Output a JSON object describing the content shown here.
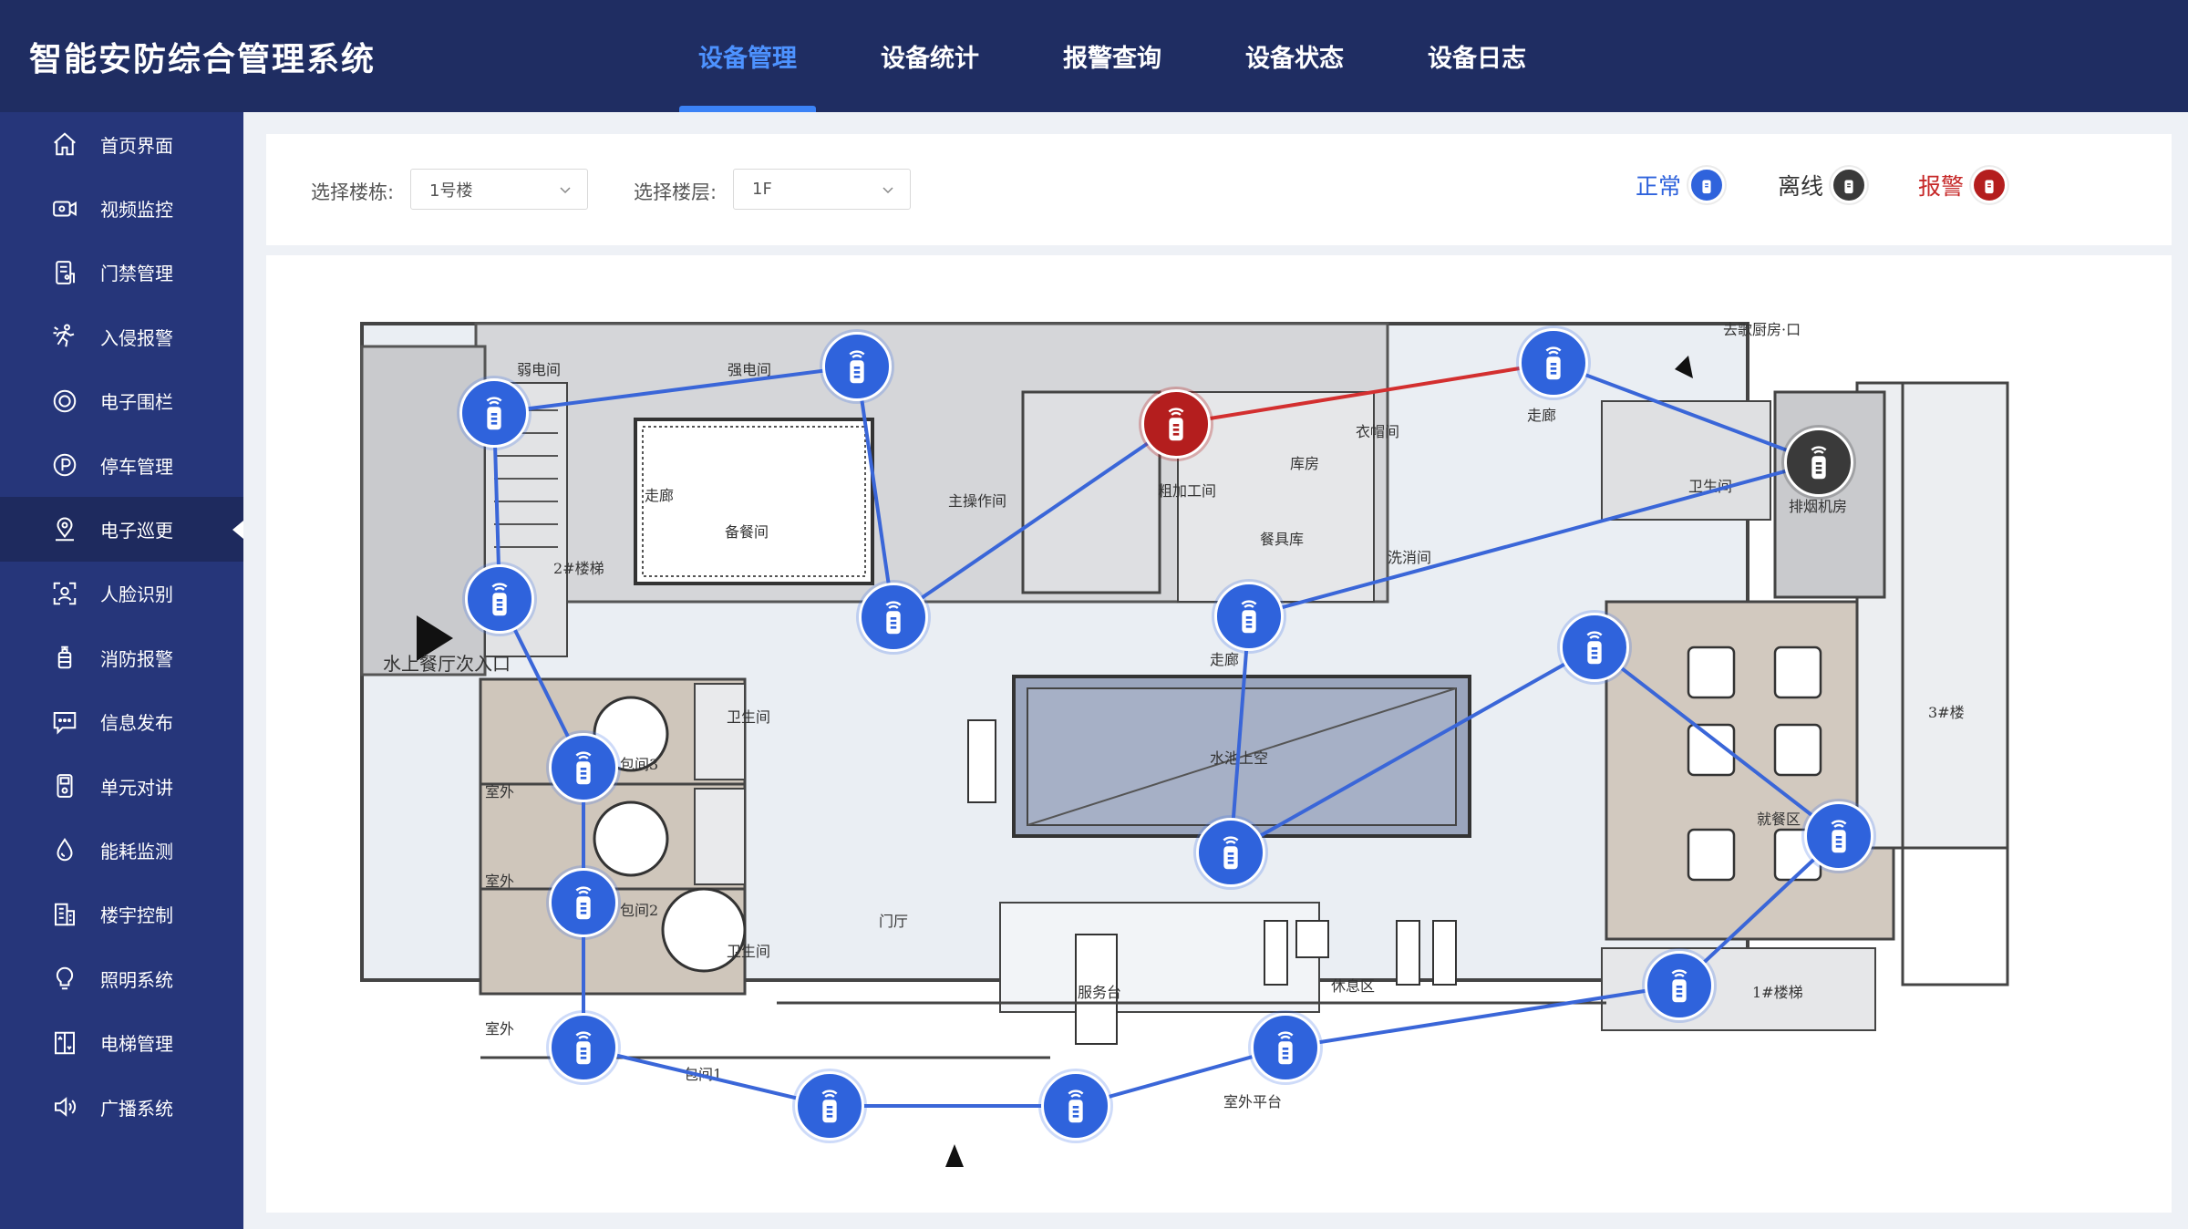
{
  "app": {
    "title": "智能安防综合管理系统"
  },
  "nav": {
    "tabs": [
      {
        "label": "设备管理",
        "active": true
      },
      {
        "label": "设备统计",
        "active": false
      },
      {
        "label": "报警查询",
        "active": false
      },
      {
        "label": "设备状态",
        "active": false
      },
      {
        "label": "设备日志",
        "active": false
      }
    ]
  },
  "sidebar": {
    "items": [
      {
        "label": "首页界面",
        "icon": "home-icon"
      },
      {
        "label": "视频监控",
        "icon": "video-camera-icon"
      },
      {
        "label": "门禁管理",
        "icon": "door-access-icon"
      },
      {
        "label": "入侵报警",
        "icon": "intruder-icon"
      },
      {
        "label": "电子围栏",
        "icon": "fence-target-icon"
      },
      {
        "label": "停车管理",
        "icon": "parking-icon"
      },
      {
        "label": "电子巡更",
        "icon": "location-pin-icon",
        "active": true
      },
      {
        "label": "人脸识别",
        "icon": "face-scan-icon"
      },
      {
        "label": "消防报警",
        "icon": "fire-extinguisher-icon"
      },
      {
        "label": "信息发布",
        "icon": "message-icon"
      },
      {
        "label": "单元对讲",
        "icon": "intercom-icon"
      },
      {
        "label": "能耗监测",
        "icon": "energy-drop-icon"
      },
      {
        "label": "楼宇控制",
        "icon": "building-icon"
      },
      {
        "label": "照明系统",
        "icon": "lightbulb-icon"
      },
      {
        "label": "电梯管理",
        "icon": "elevator-icon"
      },
      {
        "label": "广播系统",
        "icon": "speaker-icon"
      }
    ]
  },
  "filters": {
    "building_label": "选择楼栋:",
    "building_value": "1号楼",
    "floor_label": "选择楼层:",
    "floor_value": "1F"
  },
  "legend": {
    "normal": {
      "label": "正常",
      "color": "#2f63dc"
    },
    "offline": {
      "label": "离线",
      "color": "#3a3a3a"
    },
    "alarm": {
      "label": "报警",
      "color": "#b41e1e"
    }
  },
  "floorplan": {
    "rooms": [
      "弱电间",
      "强电间",
      "主操作间",
      "粗加工间",
      "库房",
      "走廊",
      "卫生间",
      "排烟机房",
      "2#楼梯",
      "水上餐厅次入口",
      "备餐间",
      "走廊",
      "餐具库",
      "洗消间",
      "包间3",
      "卫生间",
      "室外",
      "水池上空",
      "就餐区",
      "3#楼",
      "包间2",
      "室外",
      "卫生间",
      "门厅",
      "包间1",
      "室外",
      "服务台",
      "休息区",
      "1#楼梯",
      "室外平台",
      "走廊",
      "衣帽间"
    ],
    "corner_text": "去歌厨房·口"
  },
  "devices": [
    {
      "id": "d1",
      "status": "normal"
    },
    {
      "id": "d2",
      "status": "normal"
    },
    {
      "id": "d3",
      "status": "alarm"
    },
    {
      "id": "d4",
      "status": "normal"
    },
    {
      "id": "d5",
      "status": "offline"
    },
    {
      "id": "d6",
      "status": "normal"
    },
    {
      "id": "d7",
      "status": "normal"
    },
    {
      "id": "d8",
      "status": "normal"
    },
    {
      "id": "d9",
      "status": "normal"
    },
    {
      "id": "d10",
      "status": "normal"
    },
    {
      "id": "d11",
      "status": "normal"
    },
    {
      "id": "d12",
      "status": "normal"
    },
    {
      "id": "d13",
      "status": "normal"
    },
    {
      "id": "d14",
      "status": "normal"
    },
    {
      "id": "d15",
      "status": "normal"
    },
    {
      "id": "d16",
      "status": "normal"
    },
    {
      "id": "d17",
      "status": "normal"
    },
    {
      "id": "d18",
      "status": "normal"
    }
  ],
  "links": [
    {
      "from": "d1",
      "to": "d2",
      "status": "normal"
    },
    {
      "from": "d2",
      "to": "d7",
      "status": "normal"
    },
    {
      "from": "d7",
      "to": "d3",
      "status": "normal"
    },
    {
      "from": "d3",
      "to": "d4",
      "status": "alarm"
    },
    {
      "from": "d4",
      "to": "d5",
      "status": "normal"
    },
    {
      "from": "d5",
      "to": "d8",
      "status": "normal"
    },
    {
      "from": "d8",
      "to": "d12",
      "status": "normal"
    },
    {
      "from": "d12",
      "to": "d9",
      "status": "normal"
    },
    {
      "from": "d9",
      "to": "d13",
      "status": "normal"
    },
    {
      "from": "d13",
      "to": "d16",
      "status": "normal"
    },
    {
      "from": "d16",
      "to": "d17",
      "status": "normal"
    },
    {
      "from": "d17",
      "to": "d18",
      "status": "normal"
    },
    {
      "from": "d18",
      "to": "d15",
      "status": "normal"
    },
    {
      "from": "d15",
      "to": "d14",
      "status": "normal"
    },
    {
      "from": "d14",
      "to": "d11",
      "status": "normal"
    },
    {
      "from": "d11",
      "to": "d10",
      "status": "normal"
    },
    {
      "from": "d10",
      "to": "d6",
      "status": "normal"
    },
    {
      "from": "d6",
      "to": "d1",
      "status": "normal"
    }
  ]
}
